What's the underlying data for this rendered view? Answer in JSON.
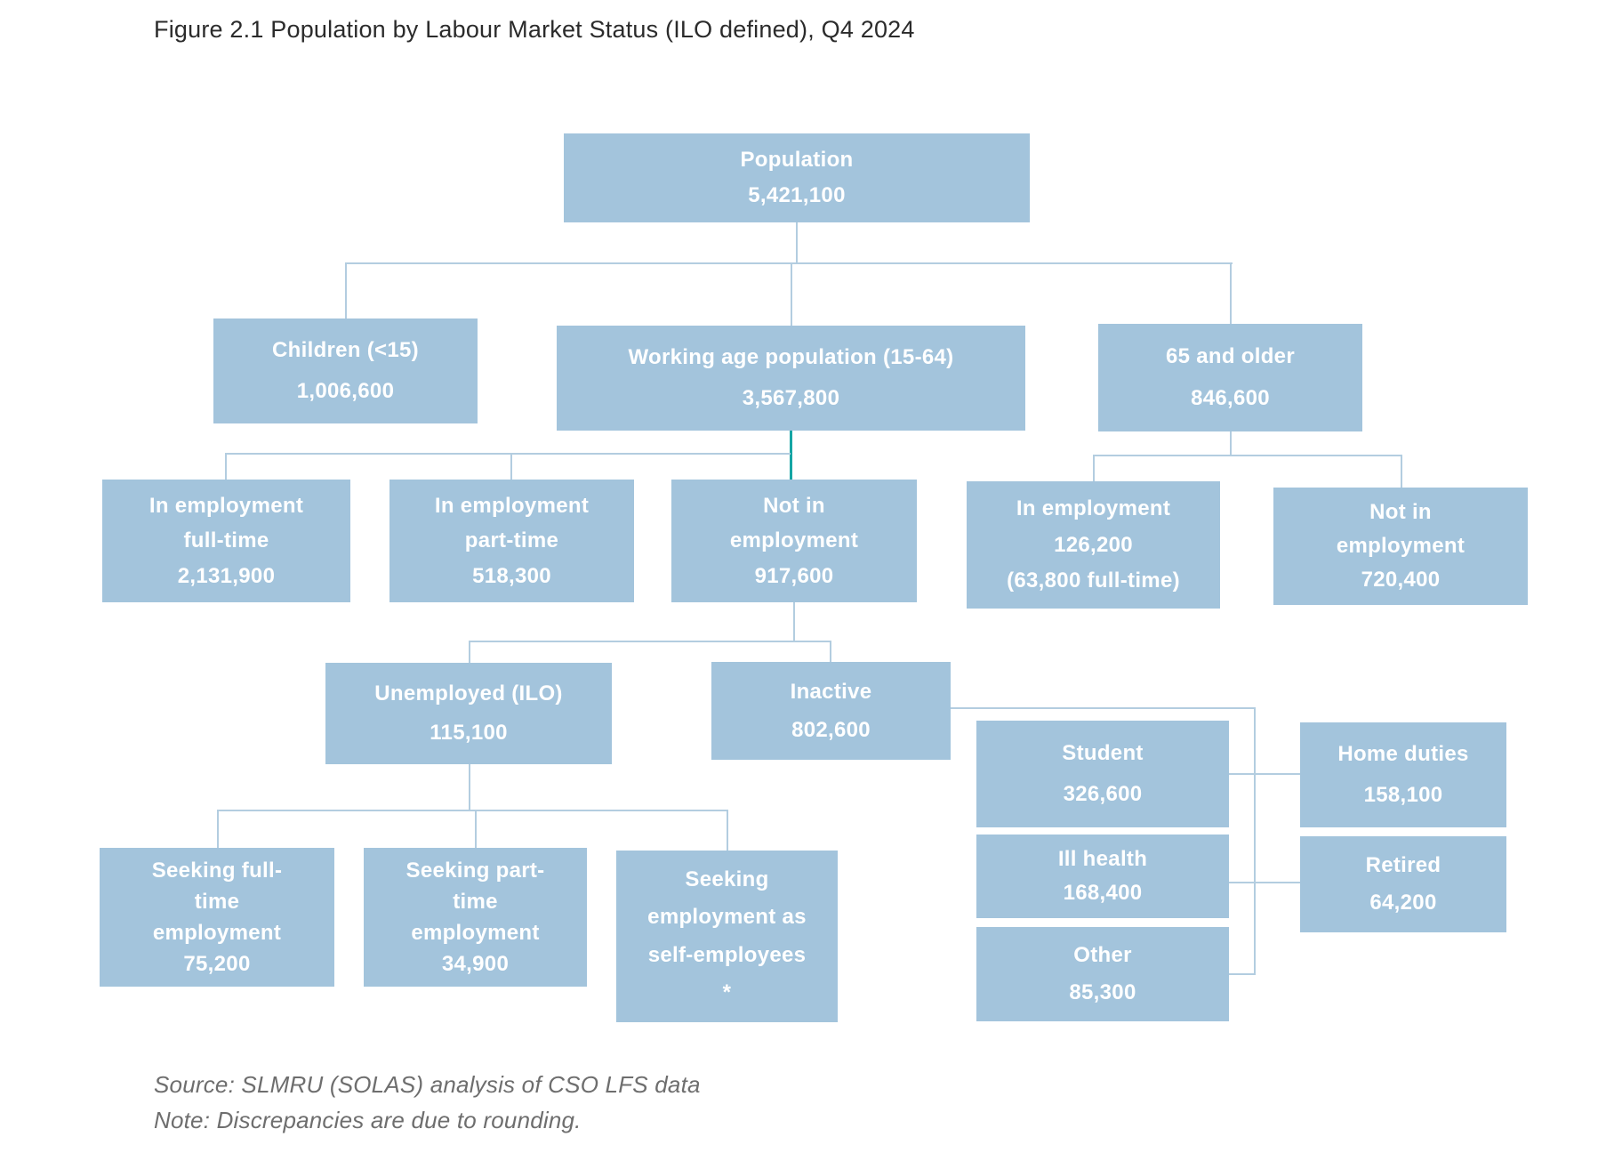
{
  "figure": {
    "title": "Figure 2.1 Population by Labour Market Status (ILO defined), Q4 2024",
    "source": "Source: SLMRU (SOLAS) analysis of CSO LFS data",
    "note": "Note: Discrepancies are due to rounding."
  },
  "colors": {
    "box_fill": "#a3c4dc",
    "box_text": "#ffffff",
    "connector": "#b3cde0",
    "highlight_connector": "#15a5a4",
    "title_text": "#2b2b2b",
    "note_text": "#6e6e6e",
    "background": "#ffffff"
  },
  "nodes": {
    "population": {
      "lines": [
        "Population",
        "5,421,100"
      ]
    },
    "children": {
      "lines": [
        "Children (<15)",
        "1,006,600"
      ]
    },
    "working_age": {
      "lines": [
        "Working age population (15-64)",
        "3,567,800"
      ]
    },
    "older65": {
      "lines": [
        "65 and older",
        "846,600"
      ]
    },
    "emp_fulltime": {
      "lines": [
        "In employment",
        "full-time",
        "2,131,900"
      ]
    },
    "emp_parttime": {
      "lines": [
        "In employment",
        "part-time",
        "518,300"
      ]
    },
    "not_employment": {
      "lines": [
        "Not in",
        "employment",
        "917,600"
      ]
    },
    "emp_65": {
      "lines": [
        "In employment",
        "126,200",
        "(63,800 full-time)"
      ]
    },
    "not_emp_65": {
      "lines": [
        "Not in",
        "employment",
        "720,400"
      ]
    },
    "unemployed": {
      "lines": [
        "Unemployed (ILO)",
        "115,100"
      ]
    },
    "inactive": {
      "lines": [
        "Inactive",
        "802,600"
      ]
    },
    "student": {
      "lines": [
        "Student",
        "326,600"
      ]
    },
    "home_duties": {
      "lines": [
        "Home duties",
        "158,100"
      ]
    },
    "ill_health": {
      "lines": [
        "Ill health",
        "168,400"
      ]
    },
    "retired": {
      "lines": [
        "Retired",
        "64,200"
      ]
    },
    "other": {
      "lines": [
        "Other",
        "85,300"
      ]
    },
    "seeking_fulltime": {
      "lines": [
        "Seeking full-",
        "time",
        "employment",
        "75,200"
      ]
    },
    "seeking_parttime": {
      "lines": [
        "Seeking part-",
        "time",
        "employment",
        "34,900"
      ]
    },
    "seeking_self": {
      "lines": [
        "Seeking",
        "employment as",
        "self-employees",
        "*"
      ]
    }
  }
}
